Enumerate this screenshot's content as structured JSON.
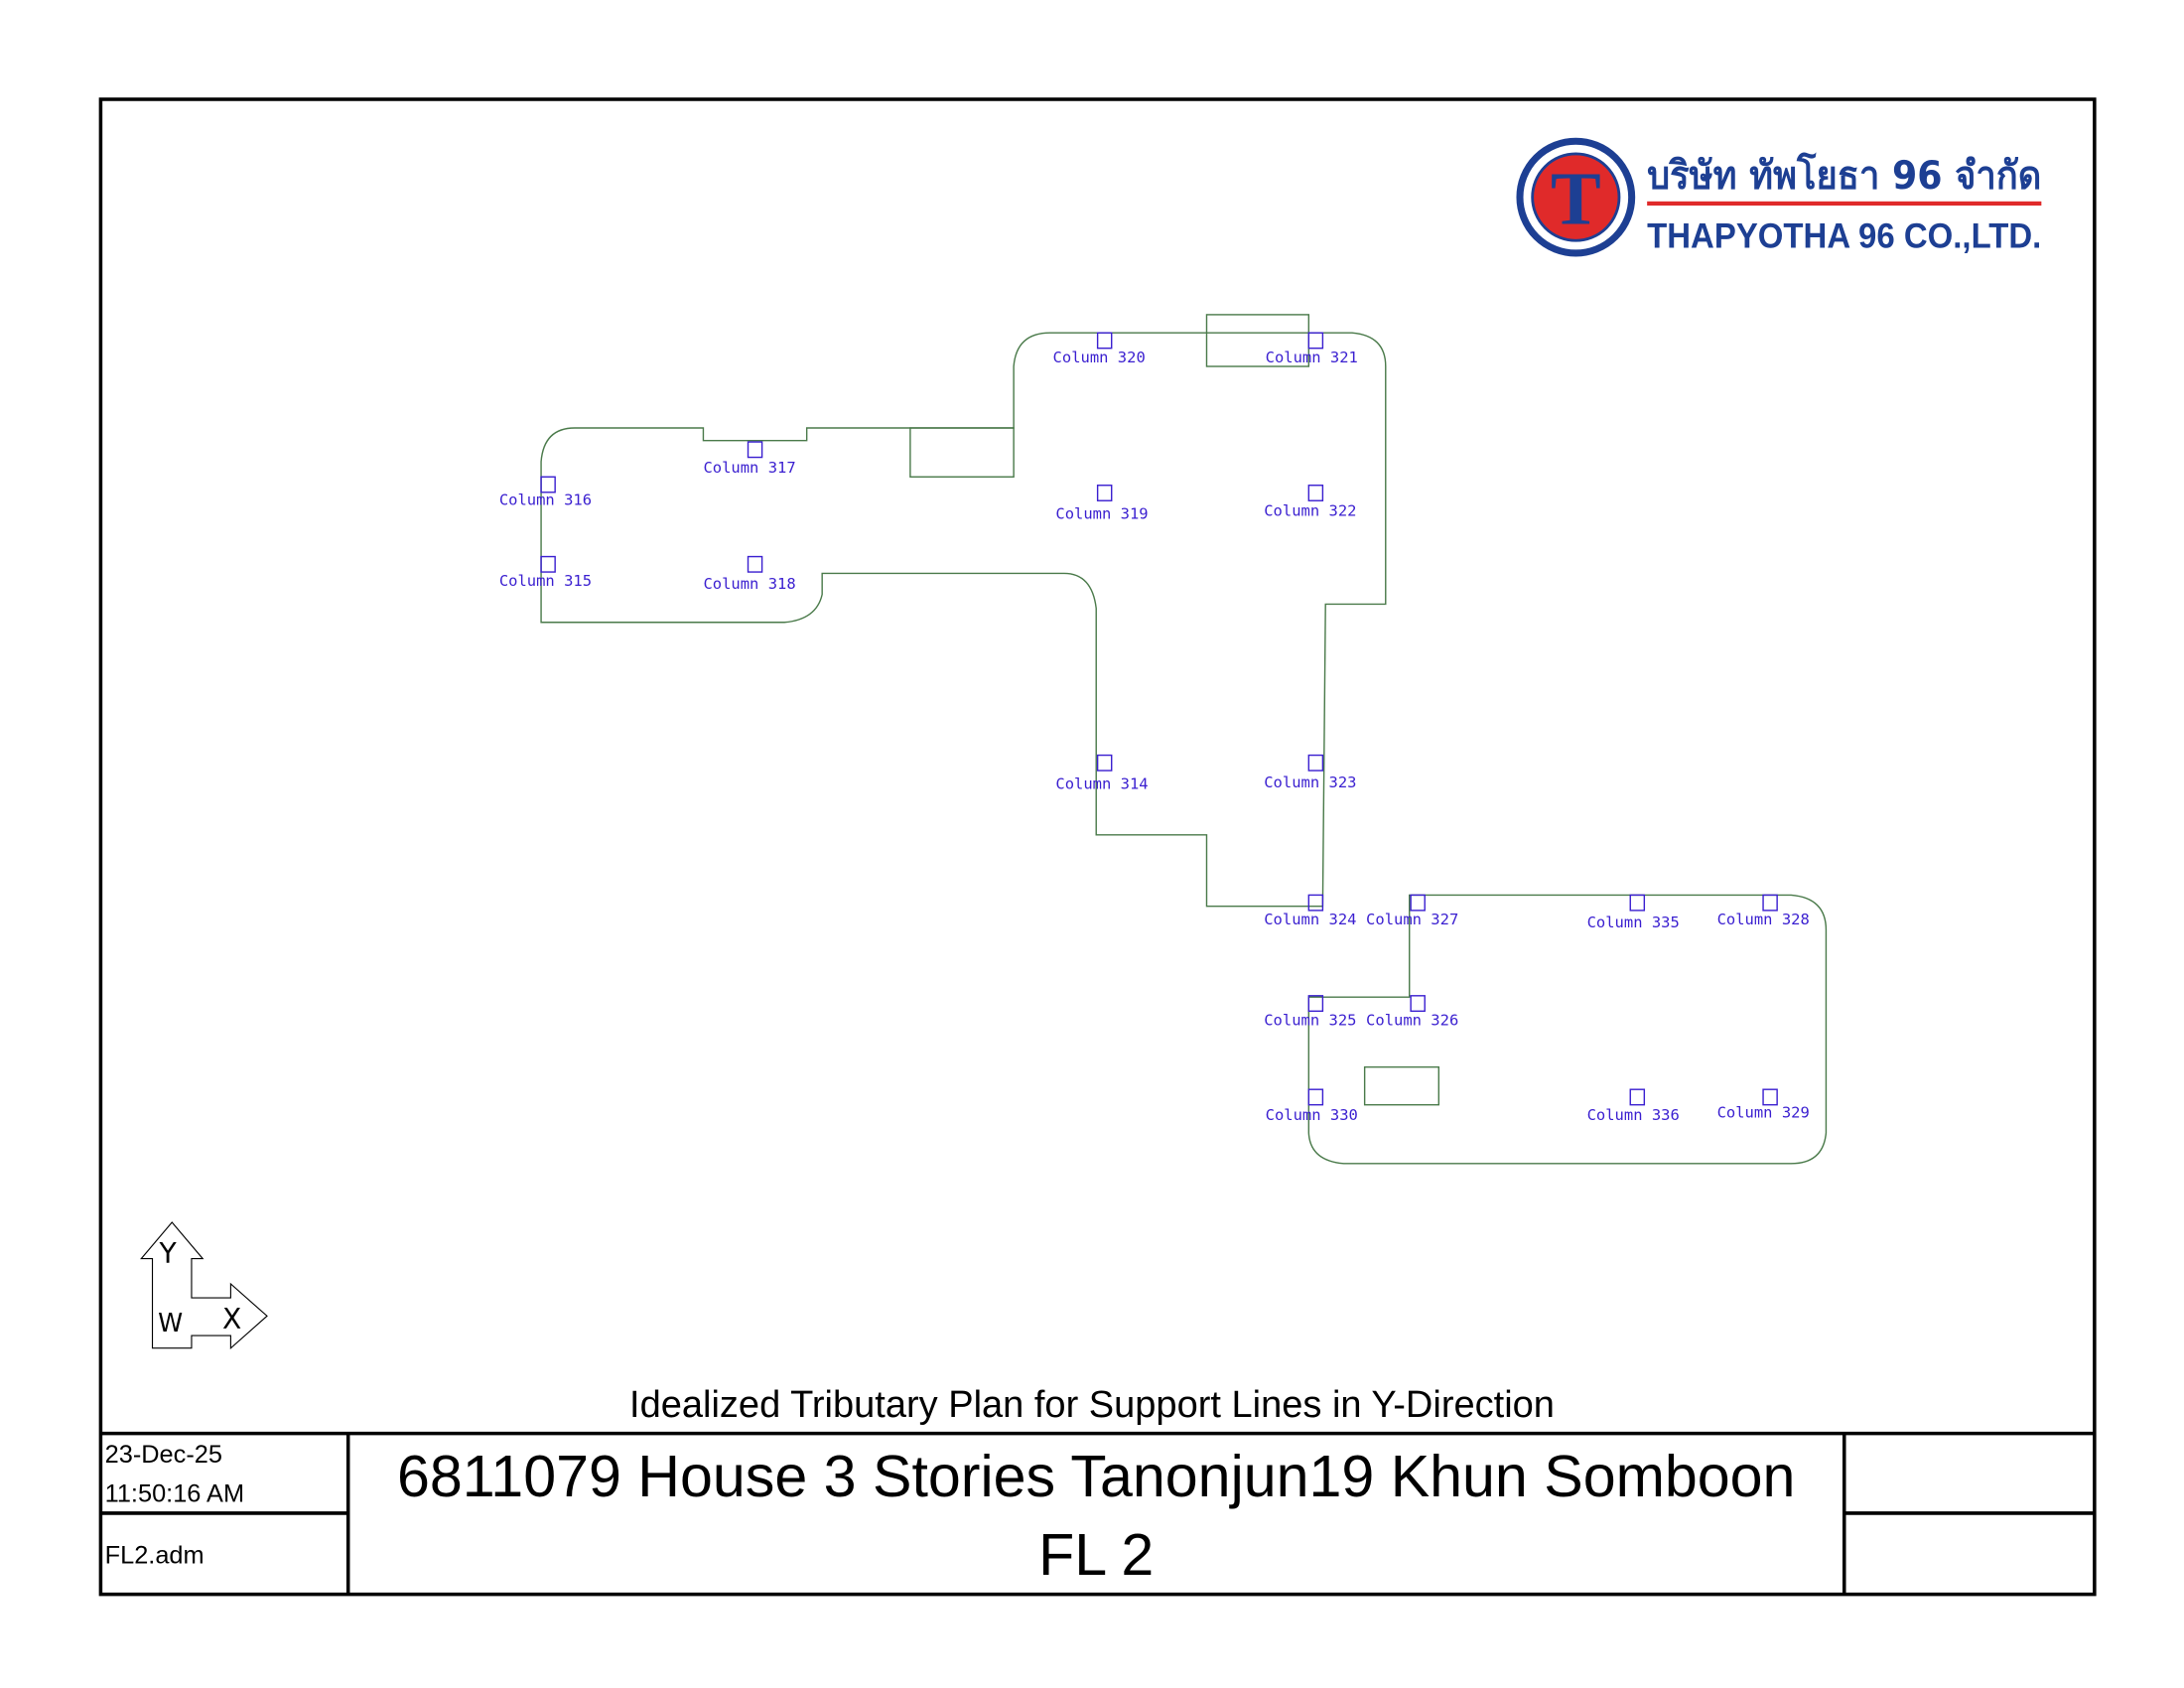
{
  "logo": {
    "thai_name": "บริษัท ทัพโยธา 96 จำกัด",
    "english_name": "THAPYOTHA 96 CO.,LTD.",
    "letter": "T",
    "colors": {
      "blue": "#1d3f93",
      "red": "#e02a2a"
    }
  },
  "columns": [
    "Column 316",
    "Column 315",
    "Column 317",
    "Column 318",
    "Column 320",
    "Column 321",
    "Column 319",
    "Column 322",
    "Column 314",
    "Column 323",
    "Column 324",
    "Column 327",
    "Column 335",
    "Column 328",
    "Column 325",
    "Column 326",
    "Column 330",
    "Column 336",
    "Column 329"
  ],
  "axis": {
    "y": "Y",
    "x": "X",
    "w": "W"
  },
  "plan_title": "Idealized Tributary Plan for Support Lines in Y-Direction",
  "title_block": {
    "date": "23-Dec-25",
    "time": "11:50:16 AM",
    "file": "FL2.adm",
    "project": "6811079 House 3 Stories Tanonjun19 Khun Somboon",
    "floor": "FL 2"
  }
}
